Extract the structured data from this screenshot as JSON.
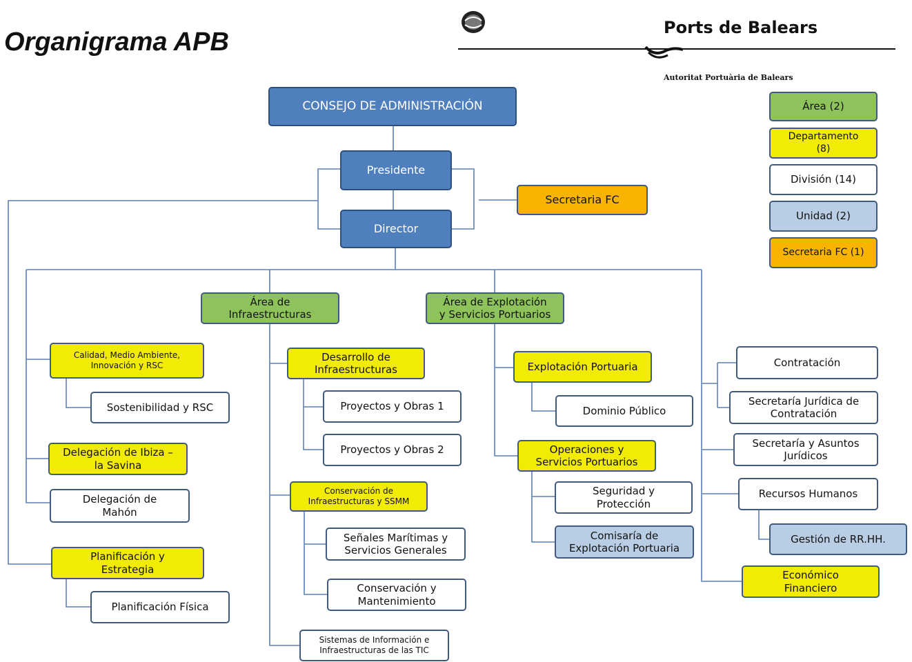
{
  "header": {
    "title": "Organigrama APB",
    "brand_name": "Ports de Balears",
    "brand_subtitle": "Autoritat Portuària de Balears"
  },
  "colors": {
    "executive": "#4f80bd",
    "area": "#8dc35a",
    "departamento": "#f2eb05",
    "division": "#ffffff",
    "unidad": "#b9cde5",
    "secretaria": "#f8b400",
    "connector": "#5b7fb5"
  },
  "legend": [
    {
      "label": "Área (2)",
      "kind": "area"
    },
    {
      "label": "Departamento\n(8)",
      "kind": "departamento"
    },
    {
      "label": "División (14)",
      "kind": "division"
    },
    {
      "label": "Unidad (2)",
      "kind": "unidad"
    },
    {
      "label": "Secretaria FC (1)",
      "kind": "secretaria"
    }
  ],
  "org": {
    "consejo": "CONSEJO DE ADMINISTRACIÓN",
    "presidente": "Presidente",
    "director": "Director",
    "secretaria_fc": "Secretaria FC",
    "area_infra": "Área de\nInfraestructuras",
    "area_explot": "Área de Explotación\ny Servicios Portuarios",
    "calidad": "Calidad, Medio Ambiente,\nInnovación y RSC",
    "sostenibilidad": "Sostenibilidad y RSC",
    "deleg_ibiza": "Delegación de Ibiza –\nla Savina",
    "deleg_mahon": "Delegación de\nMahón",
    "planificacion_estrategia": "Planificación y\nEstrategia",
    "planificacion_fisica": "Planificación Física",
    "desarrollo_infra": "Desarrollo de\nInfraestructuras",
    "proyectos_1": "Proyectos y Obras 1",
    "proyectos_2": "Proyectos y Obras 2",
    "conservacion_infra": "Conservación de\nInfraestructuras y SSMM",
    "senales": "Señales Marítimas y\nServicios Generales",
    "conservacion_mant": "Conservación y\nMantenimiento",
    "sistemas_tic": "Sistemas de Información e\nInfraestructuras de las TIC",
    "explotacion_portuaria": "Explotación Portuaria",
    "dominio_publico": "Dominio Público",
    "operaciones": "Operaciones y\nServicios Portuarios",
    "seguridad": "Seguridad y\nProtección",
    "comisaria": "Comisaría de\nExplotación Portuaria",
    "contratacion": "Contratación",
    "secretaria_juridica": "Secretaría Jurídica de\nContratación",
    "secretaria_asuntos": "Secretaría y Asuntos\nJurídicos",
    "recursos_humanos": "Recursos Humanos",
    "gestion_rrhh": "Gestión de RR.HH.",
    "economico": "Económico\nFinanciero"
  }
}
